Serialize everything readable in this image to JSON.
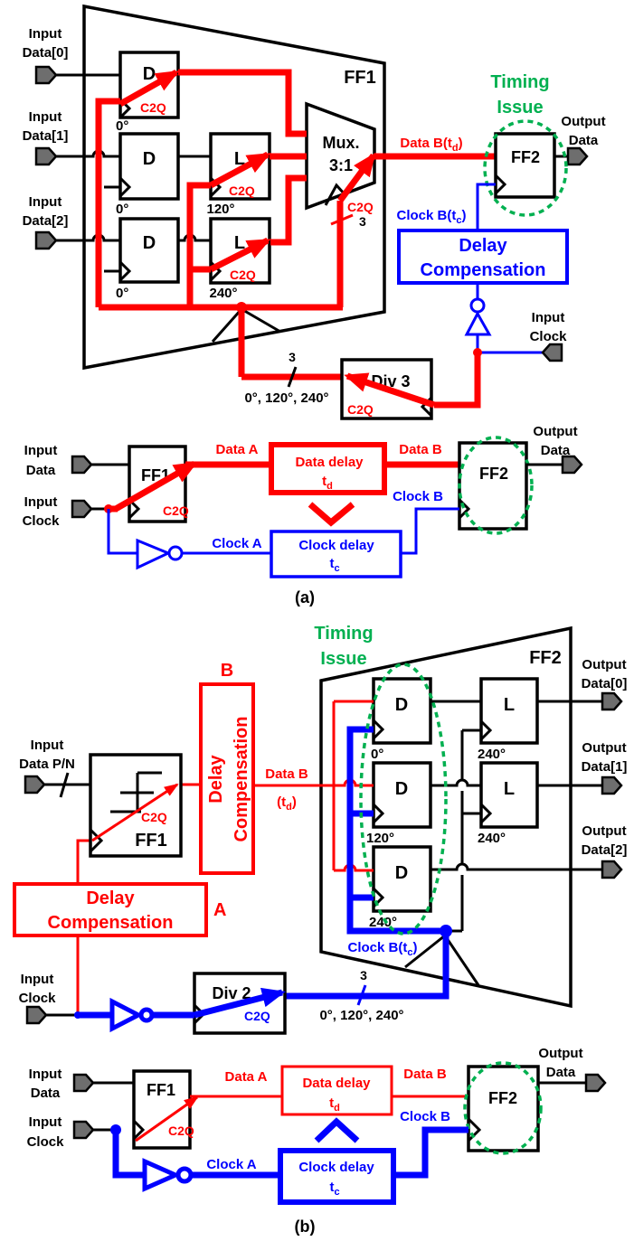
{
  "colors": {
    "data_path": "#ff0000",
    "clock_path": "#0000ff",
    "timing_issue": "#00b050",
    "pin": "#6e6e6e"
  },
  "panel_a": {
    "caption": "(a)",
    "top": {
      "input_data_0": [
        "Input",
        "Data[0]"
      ],
      "input_data_1": [
        "Input",
        "Data[1]"
      ],
      "input_data_2": [
        "Input",
        "Data[2]"
      ],
      "ff1": "FF1",
      "d": "D",
      "l": "L",
      "phase_d0": "0°",
      "phase_d1": "0°",
      "phase_d2": "0°",
      "phase_l1": "120°",
      "phase_l2": "240°",
      "c2q": "C2Q",
      "mux": [
        "Mux.",
        "3:1"
      ],
      "bus_width": "3",
      "data_b": {
        "pre": "Data B(t",
        "sub": "d",
        "post": ")"
      },
      "timing_issue": [
        "Timing",
        "Issue"
      ],
      "ff2": "FF2",
      "output_data": [
        "Output",
        "Data"
      ],
      "clock_b": {
        "pre": "Clock B(t",
        "sub": "c",
        "post": ")"
      },
      "delay_compensation": [
        "Delay",
        "Compensation"
      ],
      "input_clock": [
        "Input",
        "Clock"
      ],
      "divider": "Div 3",
      "phases_bus": "0°, 120°, 240°"
    },
    "bottom": {
      "input_data": [
        "Input",
        "Data"
      ],
      "input_clock": [
        "Input",
        "Clock"
      ],
      "ff1": "FF1",
      "c2q": "C2Q",
      "data_a": "Data A",
      "data_b": "Data B",
      "data_delay": {
        "label": "Data delay",
        "pre": "t",
        "sub": "d"
      },
      "ff2": "FF2",
      "output_data": [
        "Output",
        "Data"
      ],
      "clock_a": "Clock A",
      "clock_b": "Clock B",
      "clock_delay": {
        "label": "Clock delay",
        "pre": "t",
        "sub": "c"
      }
    }
  },
  "panel_b": {
    "caption": "(b)",
    "top": {
      "timing_issue": [
        "Timing",
        "Issue"
      ],
      "ff2": "FF2",
      "d": "D",
      "l": "L",
      "phase_d0": "0°",
      "phase_d1": "120°",
      "phase_d2": "240°",
      "phase_l0": "240°",
      "phase_l1": "240°",
      "output_data_0": [
        "Output",
        "Data[0]"
      ],
      "output_data_1": [
        "Output",
        "Data[1]"
      ],
      "output_data_2": [
        "Output",
        "Data[2]"
      ],
      "input_data_pn": [
        "Input",
        "Data P/N"
      ],
      "ff1": "FF1",
      "c2q": "C2Q",
      "delay_comp_b": {
        "label": [
          "Delay",
          "Compensation"
        ],
        "tag": "B"
      },
      "delay_comp_a": {
        "label": [
          "Delay",
          "Compensation"
        ],
        "tag": "A"
      },
      "data_b": {
        "label": "Data B",
        "pre": "(t",
        "sub": "d",
        "post": ")"
      },
      "clock_b": {
        "pre": "Clock B(t",
        "sub": "c",
        "post": ")"
      },
      "input_clock": [
        "Input",
        "Clock"
      ],
      "divider": "Div 2",
      "bus_width": "3",
      "phases_bus": "0°, 120°, 240°"
    },
    "bottom": {
      "input_data": [
        "Input",
        "Data"
      ],
      "input_clock": [
        "Input",
        "Clock"
      ],
      "ff1": "FF1",
      "c2q": "C2Q",
      "data_a": "Data A",
      "data_b": "Data B",
      "data_delay": {
        "label": "Data delay",
        "pre": "t",
        "sub": "d"
      },
      "ff2": "FF2",
      "output_data": [
        "Output",
        "Data"
      ],
      "clock_a": "Clock A",
      "clock_b": "Clock B",
      "clock_delay": {
        "label": "Clock delay",
        "pre": "t",
        "sub": "c"
      }
    }
  }
}
